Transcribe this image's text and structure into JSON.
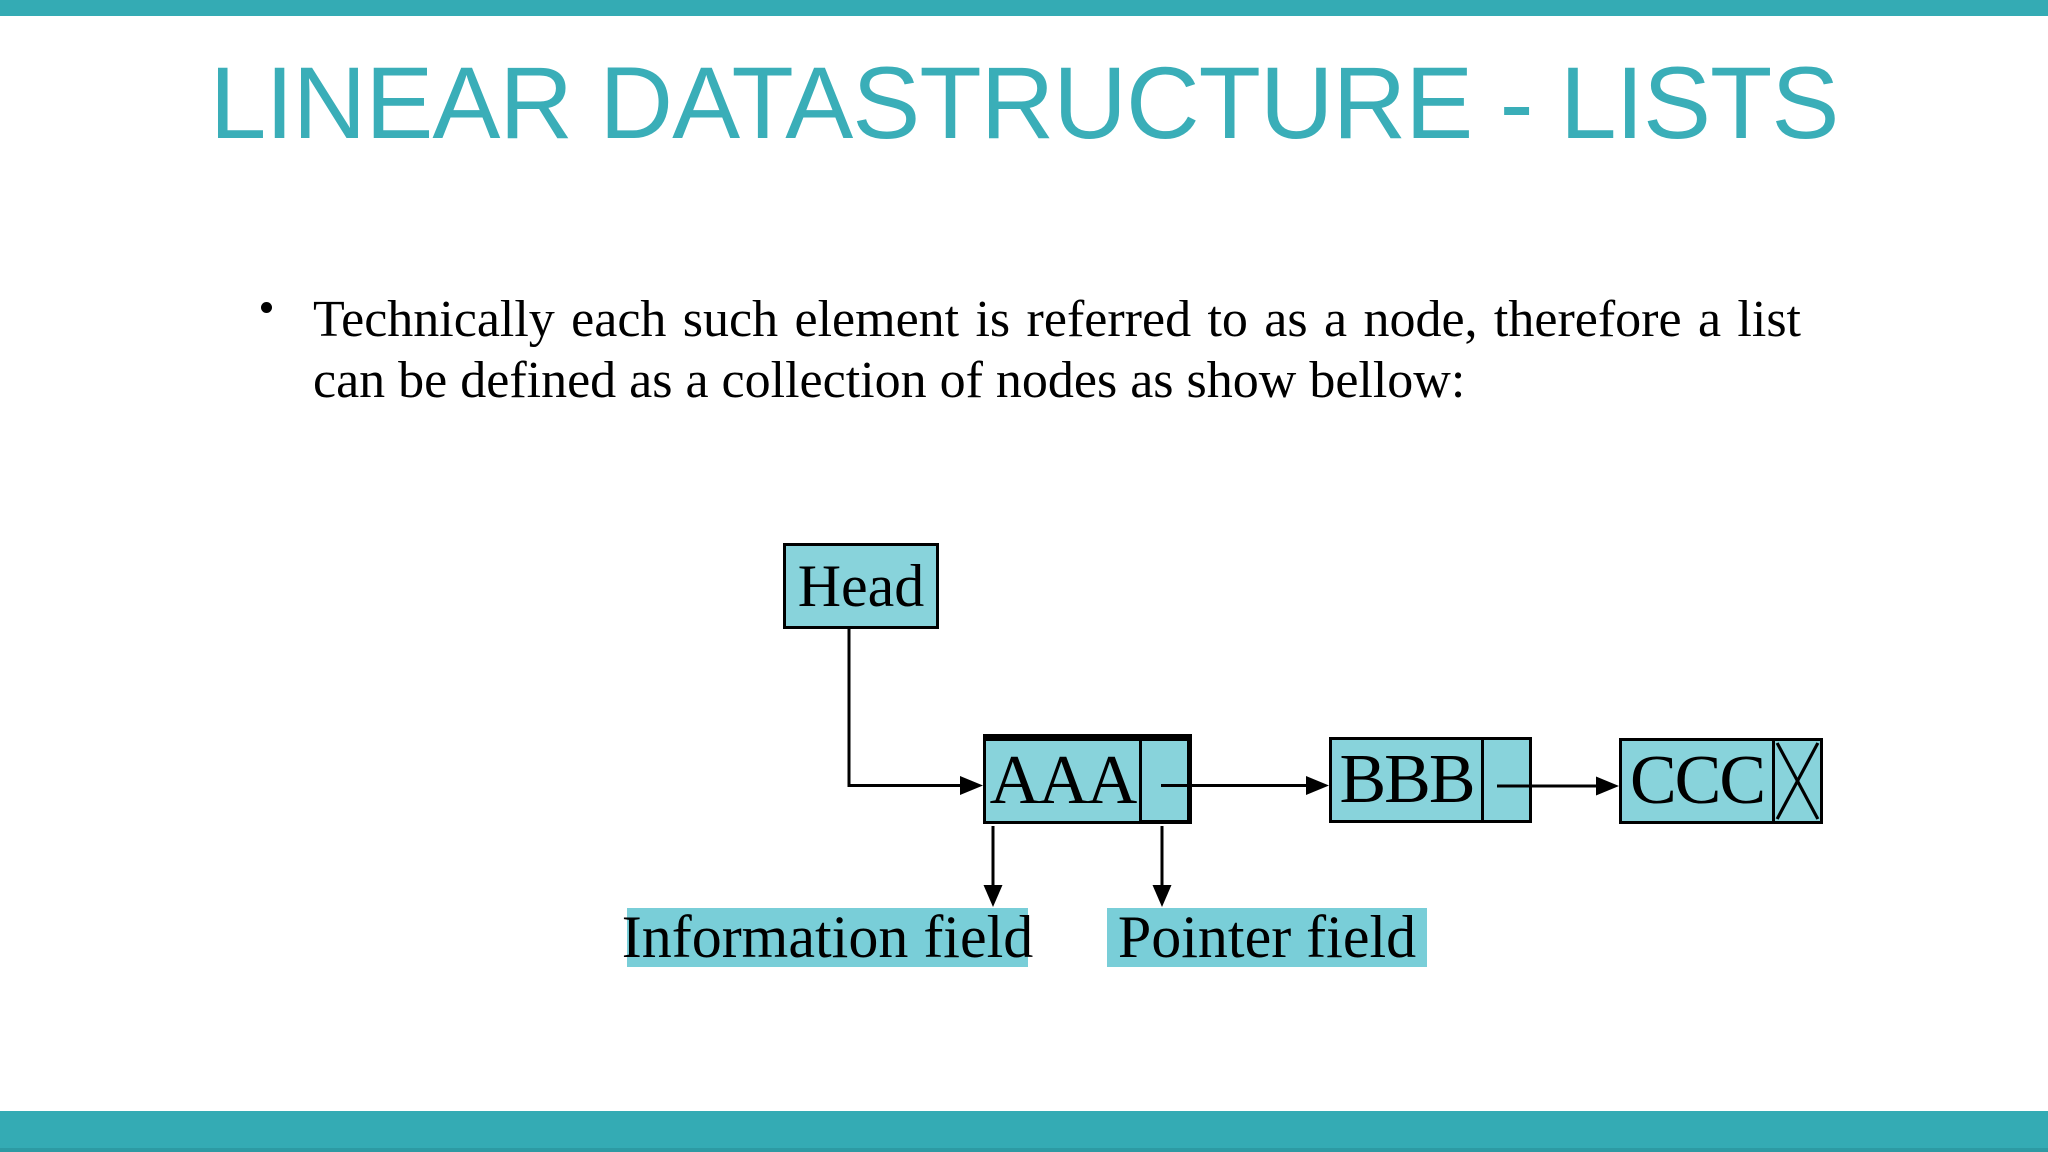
{
  "slide": {
    "title": "LINEAR DATASTRUCTURE - LISTS"
  },
  "bullet": {
    "marker": "•",
    "lines": [
      "Technically each such element is referred to as a node, therefore a list",
      "can be defined as a collection of nodes as show bellow:"
    ]
  },
  "diagram": {
    "head_label": "Head",
    "nodes": [
      {
        "value": "AAA"
      },
      {
        "value": "BBB"
      },
      {
        "value": "CCC"
      }
    ],
    "info_field_label": "Information field",
    "pointer_field_label": "Pointer field"
  },
  "colors": {
    "bar_teal": "#34ABB4",
    "bar_teal_dark": "#2D9AA3",
    "title_teal": "#3AAEB8",
    "node_fill": "#88D3DB",
    "highlight_fill": "#79CED8"
  }
}
